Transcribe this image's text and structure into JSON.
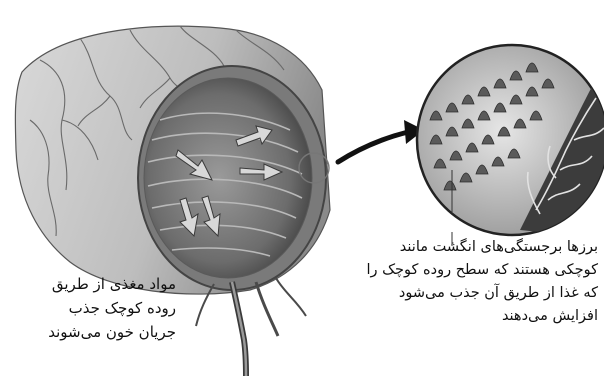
{
  "captions": {
    "villi_description": {
      "lines": [
        "برزها برجستگی‌های انگشت مانند",
        "کوچکی هستند که سطح روده کوچک را",
        "که غذا از طریق آن جذب می‌شود",
        "افزایش می‌دهند"
      ]
    },
    "absorption": {
      "lines": [
        "مواد مغذی از طریق",
        "روده کوچک جذب",
        "جریان خون می‌شوند"
      ]
    }
  },
  "colors": {
    "ink": "#111111",
    "tissue_dark": "#5a5a5a",
    "tissue_mid": "#8c8c8c",
    "tissue_light": "#cfcfcf",
    "vessel": "#3a3a3a"
  }
}
